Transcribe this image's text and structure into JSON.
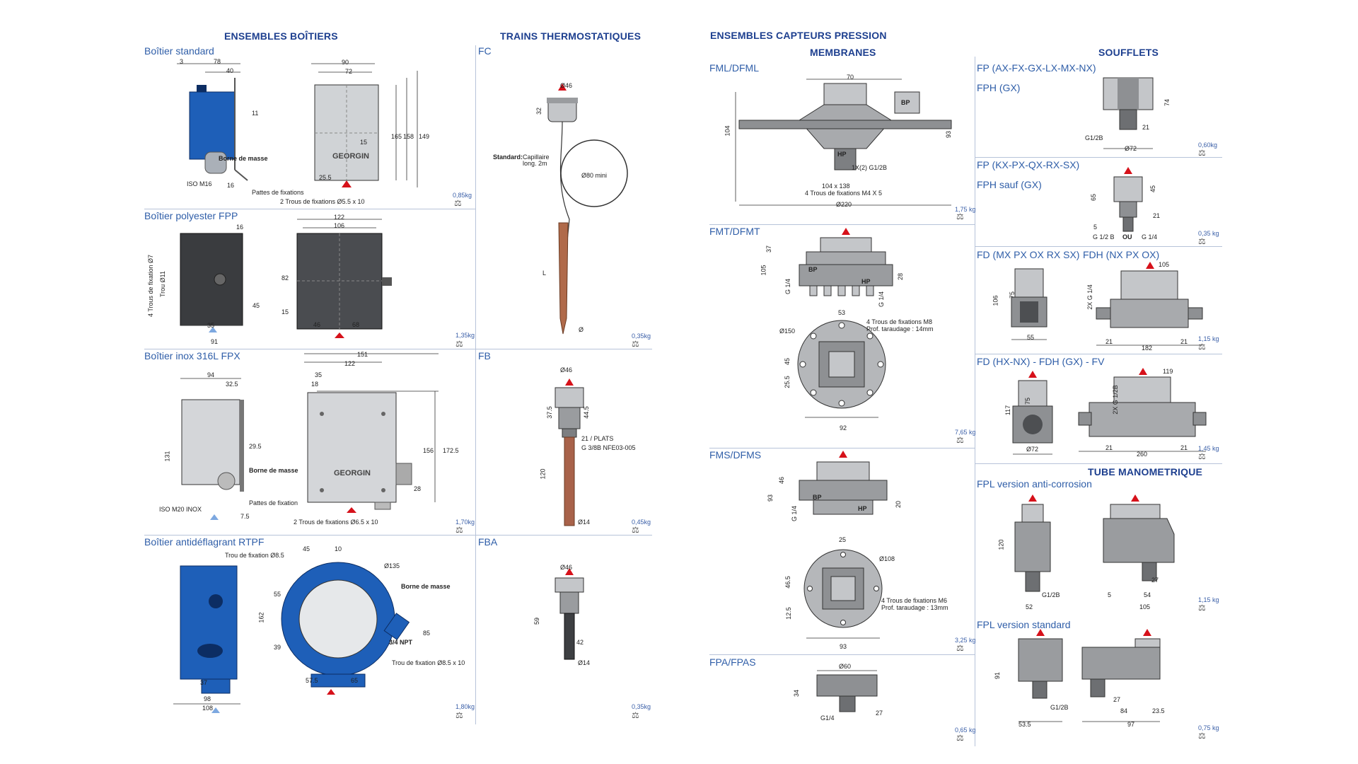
{
  "headers": {
    "boitiers": "ENSEMBLES BOÎTIERS",
    "trains": "TRAINS THERMOSTATIQUES",
    "capteurs": "ENSEMBLES CAPTEURS PRESSION",
    "membranes": "MEMBRANES",
    "soufflets": "SOUFFLETS",
    "tube": "TUBE MANOMETRIQUE"
  },
  "boitiers": {
    "standard": {
      "label": "Boîtier standard",
      "weight": "0,85kg",
      "notes": {
        "borne": "Borne de masse",
        "iso": "ISO M16",
        "pattes": "Pattes de fixations",
        "trous": "2 Trous de fixations Ø5.5 x 10",
        "brand": "GEORGIN"
      },
      "dims": [
        "3",
        "78",
        "40",
        "11",
        "90",
        "72",
        "165",
        "158",
        "149",
        "25.5",
        "15",
        "16"
      ]
    },
    "polyester": {
      "label": "Boîtier polyester FPP",
      "weight": "1,35kg",
      "notes": {
        "trous4": "4 Trous de fixation Ø7",
        "trou": "Trou Ø11"
      },
      "dims": [
        "16",
        "122",
        "106",
        "82",
        "45",
        "35",
        "91",
        "46",
        "68",
        "15"
      ]
    },
    "inox": {
      "label": "Boîtier inox 316L FPX",
      "weight": "1,70kg",
      "notes": {
        "borne": "Borne de masse",
        "iso": "ISO M20 INOX",
        "pattes": "Pattes de fixation",
        "trous": "2 Trous de fixations Ø6.5 x 10",
        "brand": "GEORGIN"
      },
      "dims": [
        "151",
        "122",
        "94",
        "32.5",
        "35",
        "18",
        "131",
        "29.5",
        "156",
        "172.5",
        "28",
        "7.5"
      ]
    },
    "antid": {
      "label": "Boîtier antidéflagrant RTPF",
      "weight": "1,80kg",
      "notes": {
        "trou1": "Trou de fixation Ø8.5",
        "borne": "Borne de masse",
        "npt": "3/4 NPT",
        "trou2": "Trou de fixation Ø8.5 x 10"
      },
      "dims": [
        "45",
        "10",
        "Ø135",
        "55",
        "162",
        "39",
        "85",
        "57.5",
        "65",
        "37",
        "98",
        "108"
      ]
    }
  },
  "trains": {
    "fc": {
      "label": "FC",
      "weight": "0,35kg",
      "notes": {
        "standard": "Standard:",
        "capillaire": "Capillaire",
        "long": "long. 2m",
        "ring": "Ø80 mini",
        "len": "L"
      },
      "dims": [
        "Ø46",
        "32",
        "Ø"
      ]
    },
    "fb": {
      "label": "FB",
      "weight": "0,45kg",
      "notes": {
        "plats": "21 / PLATS",
        "thread": "G 3/8B NFE03-005"
      },
      "dims": [
        "Ø46",
        "37.5",
        "44.5",
        "120",
        "Ø14"
      ]
    },
    "fba": {
      "label": "FBA",
      "weight": "0,35kg",
      "dims": [
        "Ø46",
        "59",
        "42",
        "Ø14"
      ]
    }
  },
  "membranes": {
    "fml": {
      "label": "FML/DFML",
      "weight": "1,75 kg",
      "notes": {
        "bp": "BP",
        "hp": "HP",
        "thread": "1X(2) G1/2B",
        "trous": "4 Trous de fixations M4 X 5"
      },
      "dims": [
        "70",
        "104",
        "93",
        "104 x 138",
        "Ø220"
      ]
    },
    "fmt": {
      "label": "FMT/DFMT",
      "weight": "7,65 kg",
      "notes": {
        "bp": "BP",
        "hp": "HP",
        "trous": "4 Trous de fixations M8",
        "prof": "Prof. taraudage : 14mm"
      },
      "dims": [
        "37",
        "105",
        "G 1/4",
        "G 1/4",
        "28",
        "53",
        "Ø150",
        "45",
        "25.5",
        "92"
      ]
    },
    "fms": {
      "label": "FMS/DFMS",
      "weight": "3,25 kg",
      "notes": {
        "bp": "BP",
        "hp": "HP",
        "trous": "4 Trous de fixations M6",
        "prof": "Prof. taraudage : 13mm"
      },
      "dims": [
        "46",
        "93",
        "G 1/4",
        "20",
        "25",
        "Ø108",
        "46.5",
        "12.5",
        "93"
      ]
    },
    "fpa": {
      "label": "FPA/FPAS",
      "weight": "0,65 kg",
      "dims": [
        "Ø60",
        "34",
        "G1/4",
        "27"
      ]
    }
  },
  "soufflets": {
    "fp1": {
      "label": "FP (AX-FX-GX-LX-MX-NX)",
      "label2": "FPH (GX)",
      "weight": "0,60kg",
      "dims": [
        "74",
        "21",
        "G1/2B",
        "Ø72"
      ]
    },
    "fp2": {
      "label": "FP (KX-PX-QX-RX-SX)",
      "label2": "FPH sauf (GX)",
      "weight": "0,35 kg",
      "dims": [
        "45",
        "65",
        "21",
        "5",
        "G 1/2 B",
        "OU",
        "G 1/4"
      ]
    },
    "fd1": {
      "label": "FD (MX PX OX RX SX)",
      "label2": "FDH (NX PX OX)",
      "weight": "1,15 kg",
      "dims": [
        "75",
        "106",
        "55",
        "105",
        "2X G 1/4",
        "21",
        "21",
        "182"
      ]
    },
    "fd2": {
      "label": "FD (HX-NX) - FDH (GX) - FV",
      "weight": "1,45 kg",
      "dims": [
        "75",
        "117",
        "Ø72",
        "119",
        "2X G 1/2B",
        "21",
        "21",
        "260"
      ]
    }
  },
  "tube": {
    "anti": {
      "label": "FPL version anti-corrosion",
      "weight": "1,15 kg",
      "dims": [
        "120",
        "G1/2B",
        "52",
        "5",
        "54",
        "105",
        "27"
      ]
    },
    "std": {
      "label": "FPL version standard",
      "weight": "0,75 kg",
      "dims": [
        "91",
        "G1/2B",
        "53.5",
        "84",
        "23.5",
        "97",
        "27"
      ]
    }
  },
  "colors": {
    "accent": "#1d3f8f",
    "label": "#2f5ea8",
    "blueBox": "#1e5fb8",
    "grayBox": "#c4c6c9",
    "arrow": "#d6111a"
  }
}
